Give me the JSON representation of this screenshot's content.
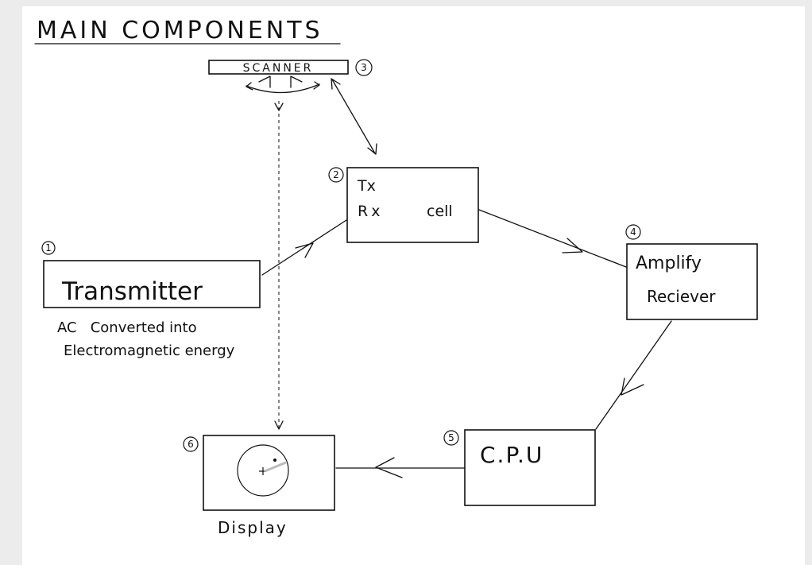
{
  "title": "MAIN COMPONENTS",
  "components": {
    "scanner": {
      "number": "3",
      "label": "SCANNER"
    },
    "cell": {
      "number": "2",
      "line1": "Tx",
      "line2": "Rx",
      "label": "cell"
    },
    "transmitter": {
      "number": "1",
      "label": "Transmitter",
      "note_line1": "AC   Converted into",
      "note_line2": "Electromagnetic energy"
    },
    "amplify_receiver": {
      "number": "4",
      "line1": "Amplify",
      "line2": "Reciever"
    },
    "cpu": {
      "number": "5",
      "label": "C.P.U"
    },
    "display": {
      "number": "6",
      "label": "Display"
    }
  }
}
